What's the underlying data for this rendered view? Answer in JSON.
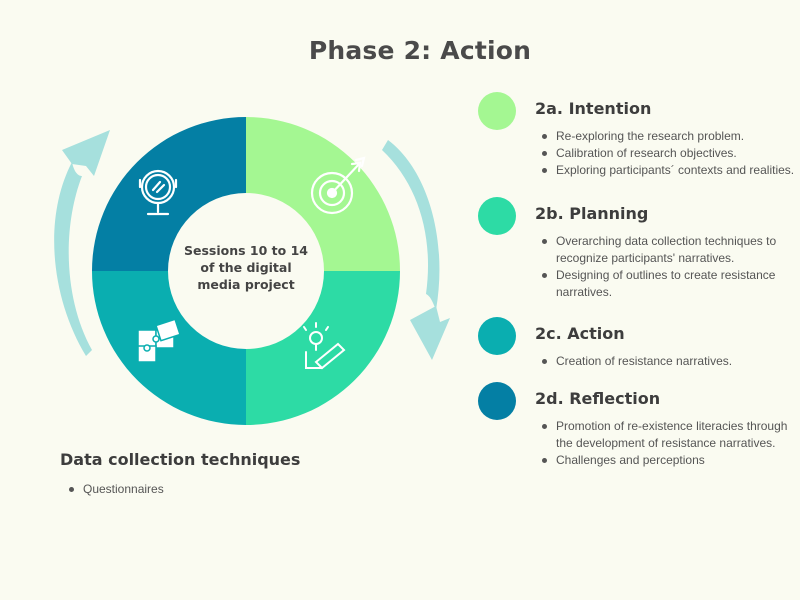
{
  "title": "Phase 2: Action",
  "center_label": "Sessions 10 to 14 of the digital media project",
  "colors": {
    "background": "#fafbf1",
    "intention": "#a4f792",
    "planning": "#2ddba5",
    "action": "#0aaeb0",
    "reflection": "#047fa4",
    "arrows": "#a6e0dd"
  },
  "icons": [
    "mirror-icon",
    "target-icon",
    "puzzle-icon",
    "idea-pencil-icon"
  ],
  "data_collection": {
    "title": "Data collection techniques",
    "items": [
      "Questionnaires"
    ]
  },
  "steps": [
    {
      "title": "2a. Intention",
      "color": "#a4f792",
      "items": [
        "Re-exploring the research problem.",
        "Calibration of research objectives.",
        "Exploring participants´ contexts and realities."
      ]
    },
    {
      "title": "2b. Planning",
      "color": "#2ddba5",
      "items": [
        "Overarching data collection techniques to recognize participants' narratives.",
        "Designing of outlines to create resistance narratives."
      ]
    },
    {
      "title": "2c. Action",
      "color": "#0aaeb0",
      "items": [
        "Creation of resistance narratives."
      ]
    },
    {
      "title": "2d. Reflection",
      "color": "#047fa4",
      "items": [
        "Promotion of re-existence literacies through the development of resistance narratives.",
        "Challenges and perceptions"
      ]
    }
  ]
}
